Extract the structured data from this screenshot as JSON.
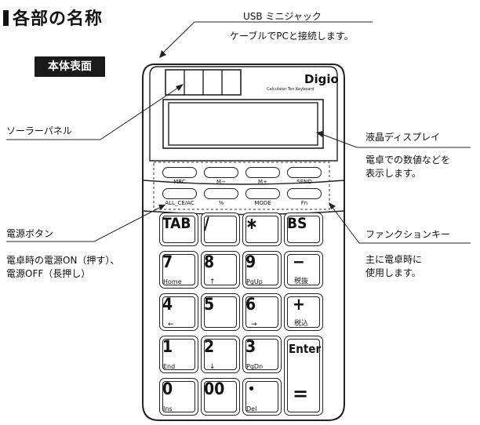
{
  "title": "各部の名称",
  "badge": "本体表面",
  "brand": {
    "name": "Digio",
    "sub": "Calculator Ten Keyboard"
  },
  "callouts": {
    "usb": {
      "label": "USB ミニジャック",
      "desc": "ケーブルでPCと接続します。"
    },
    "solar": {
      "label": "ソーラーパネル"
    },
    "lcd": {
      "label": "液晶ディスプレイ",
      "desc1": "電卓での数値などを",
      "desc2": "表示します。"
    },
    "power": {
      "label": "電源ボタン",
      "desc1": "電卓時の電源ON（押す）、",
      "desc2": "電源OFF（長押し）"
    },
    "function": {
      "label": "ファンクションキー",
      "desc1": "主に電卓時に",
      "desc2": "使用します。"
    }
  },
  "function_keys": {
    "top": [
      "MRC",
      "M−",
      "M+",
      "SEND"
    ],
    "bottom": [
      "ALL_CE/AC",
      "%",
      "MODE",
      "Fn"
    ]
  },
  "keys": {
    "tab": "TAB",
    "slash": "/",
    "asterisk": "∗",
    "bs": "BS",
    "k7": "7",
    "k7sub": "Home",
    "k8": "8",
    "k8sub": "↑",
    "k9": "9",
    "k9sub": "PgUp",
    "minus": "−",
    "minus_sub": "税抜",
    "k4": "4",
    "k4sub": "←",
    "k5": "5",
    "k6": "6",
    "k6sub": "→",
    "plus": "+",
    "plus_sub": "税込",
    "k1": "1",
    "k1sub": "End",
    "k2": "2",
    "k2sub": "↓",
    "k3": "3",
    "k3sub": "PgDn",
    "enter": "Enter",
    "k0": "0",
    "k0sub": "Ins",
    "k00": "00",
    "dot": "・",
    "dotsub": "Del",
    "equals": "="
  }
}
